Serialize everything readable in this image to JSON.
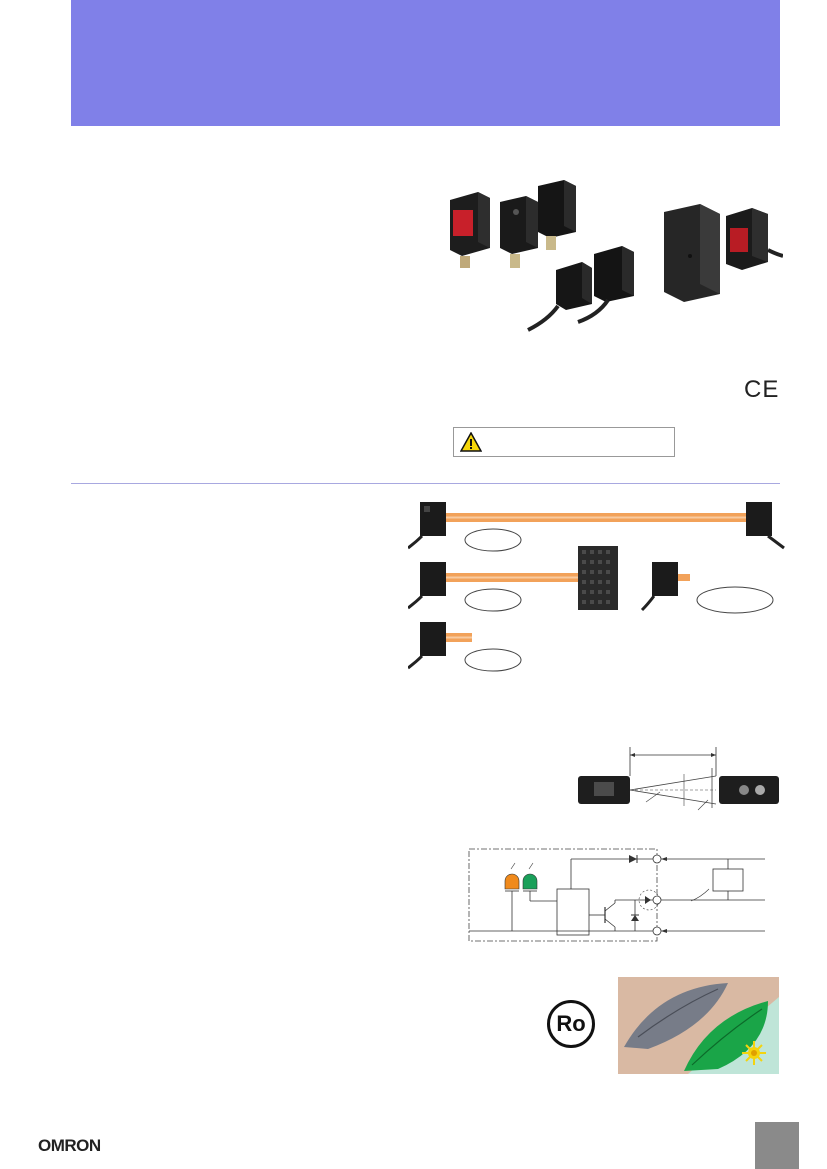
{
  "document": {
    "header_color": "#8080e8",
    "accent_orange": "#f2a25a",
    "indicator_orange": "#f08a1c",
    "indicator_green": "#1aa05a",
    "page_tab_color": "#8a8a8a"
  },
  "certification": {
    "mark_text": "CE"
  },
  "rohs": {
    "label": "Ro"
  },
  "logo": {
    "brand": "OMRON"
  }
}
